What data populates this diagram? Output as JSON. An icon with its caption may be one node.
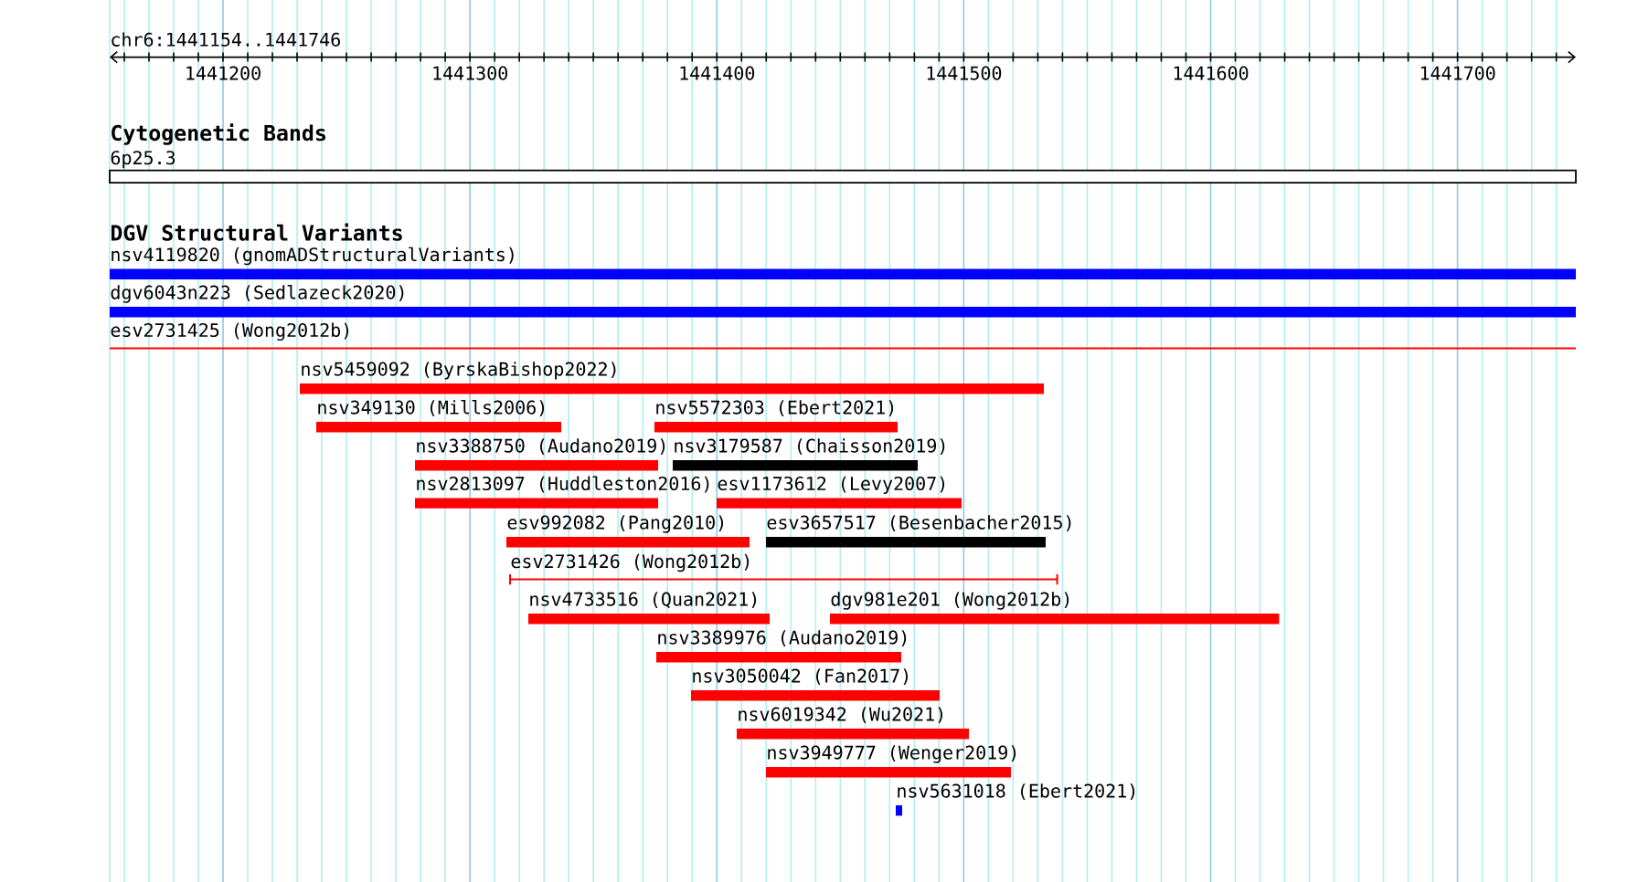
{
  "diagram": {
    "nodes": [
      {
        "text": [
          "6p25.3"
        ]
      },
      {
        "text": [
          "nsv4119820 (gnomADStructuralVariants)"
        ]
      },
      {
        "text": [
          "dgv6043n223 (Sedlazeck2020)"
        ]
      },
      {
        "text": [
          "esv2731425 (Wong2012b)"
        ]
      },
      {
        "text": [
          "nsv5459092 (ByrskaBishop2022)"
        ]
      },
      {
        "text": [
          "nsv349130 (Mills2006)"
        ]
      },
      {
        "text": [
          "nsv5572303 (Ebert2021)"
        ]
      },
      {
        "text": [
          "nsv3388750 (Audano2019)"
        ]
      },
      {
        "text": [
          "nsv3179587 (Chaisson2019)"
        ]
      },
      {
        "text": [
          "nsv2813097 (Huddleston2016)"
        ]
      },
      {
        "text": [
          "esv1173612 (Levy2007)"
        ]
      },
      {
        "text": [
          "esv992082 (Pang2010)"
        ]
      },
      {
        "text": [
          "esv3657517 (Besenbacher2015)"
        ]
      },
      {
        "text": [
          "esv2731426 (Wong2012b)"
        ]
      },
      {
        "text": [
          "nsv4733516 (Quan2021)"
        ]
      },
      {
        "text": [
          "dgv981e201 (Wong2012b)"
        ]
      },
      {
        "text": [
          "nsv3389976 (Audano2019)"
        ]
      },
      {
        "text": [
          "nsv3050042 (Fan2017)"
        ]
      },
      {
        "text": [
          "nsv6019342 (Wu2021)"
        ]
      },
      {
        "text": [
          "nsv3949777 (Wenger2019)"
        ]
      },
      {
        "text": [
          "nsv5631018 (Ebert2021)"
        ]
      }
    ],
    "labels": [
      "chr6:1441154..1441746",
      "1441200",
      "1441300",
      "1441400",
      "1441500",
      "1441600",
      "1441700",
      "Cytogenetic Bands",
      "DGV Structural Variants"
    ]
  }
}
